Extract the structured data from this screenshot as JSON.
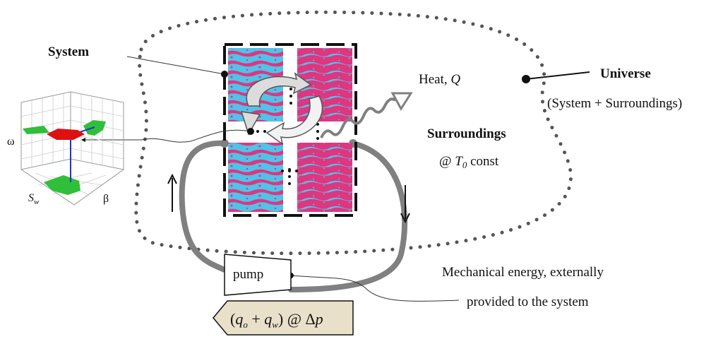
{
  "labels": {
    "system": "System",
    "universe": "Universe",
    "universe_sub": "(System + Surroundings)",
    "heat_prefix": "Heat, ",
    "heat_symbol": "Q",
    "surroundings": "Surroundings",
    "temp_at": "@ ",
    "temp_symbol": "T",
    "temp_sub": "0",
    "temp_suffix": " const",
    "pump": "pump",
    "mech_line1": "Mechanical energy, externally",
    "mech_line2": "provided to the system",
    "flow": "(q_o + q_w) @ Δp"
  },
  "flow_parts": {
    "lparen": "(",
    "q1": "q",
    "o": "o",
    "plus": " + ",
    "q2": "q",
    "w": "w",
    "rparen": ")",
    "at": " @ ",
    "delta": "Δ",
    "p": "p"
  },
  "plot3d": {
    "y_axis": "ω",
    "x_axis": "S",
    "x_sub": "w",
    "z_axis": "β"
  },
  "colors": {
    "pore_pink": "#e0357f",
    "pore_cyan": "#4fc3e8",
    "pipe_gray": "#808080",
    "green": "#2fbf3a",
    "red": "#dd1111",
    "flow_box": "#e8e0c8"
  }
}
